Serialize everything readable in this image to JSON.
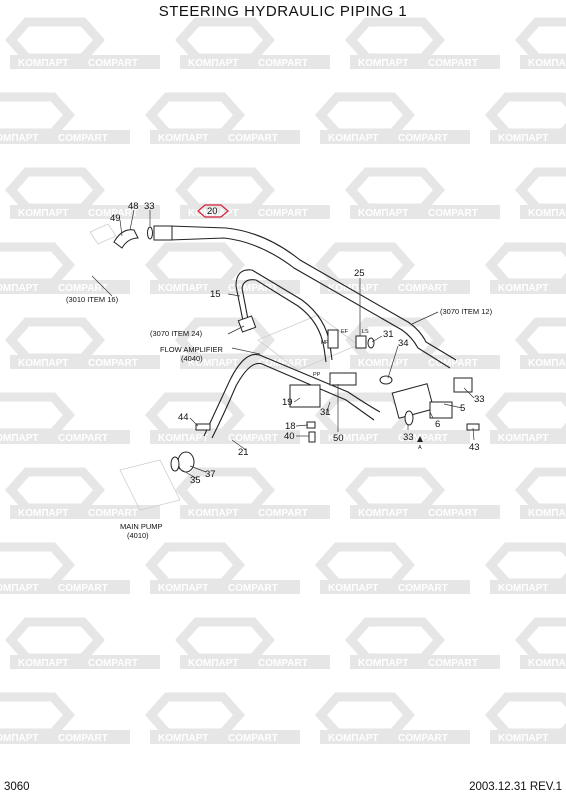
{
  "title": "STEERING HYDRAULIC PIPING 1",
  "page_number": "3060",
  "date_rev": "2003.12.31  REV.1",
  "watermark": {
    "word_a": "KOMПAPT",
    "word_b": "COMPART",
    "color": "#e6e6e6"
  },
  "highlight_color": "#d6203a",
  "callouts": {
    "c20": "20",
    "c48": "48",
    "c33a": "33",
    "c49": "49",
    "c25": "25",
    "c15": "15",
    "c31a": "31",
    "c34": "34",
    "c31b": "31",
    "c33b": "33",
    "c5": "5",
    "c6": "6",
    "c33c": "33",
    "c43": "43",
    "c19": "19",
    "c18": "18",
    "c40": "40",
    "c50": "50",
    "c44": "44",
    "c21": "21",
    "c37": "37",
    "c35": "35"
  },
  "references": {
    "item16": "(3010 ITEM 16)",
    "item24": "(3070 ITEM 24)",
    "item12": "(3070 ITEM 12)",
    "flow_amp": "FLOW AMPLIFIER",
    "flow_amp_code": "(4040)",
    "main_pump": "MAIN PUMP",
    "main_pump_code": "(4010)"
  },
  "port_labels": {
    "ef": "EF",
    "ls": "LS",
    "hp": "HP",
    "pp": "PP",
    "a": "A"
  }
}
